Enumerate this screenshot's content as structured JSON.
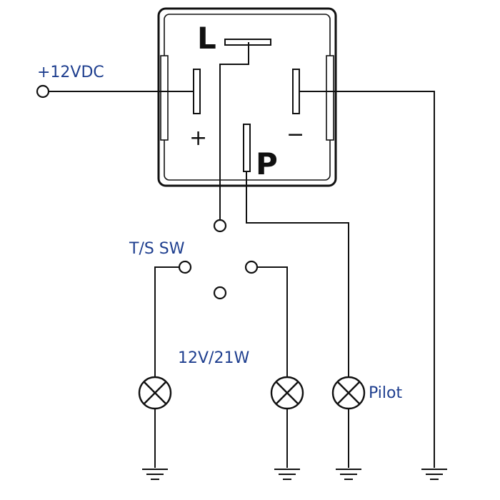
{
  "relay": {
    "pin_l": "L",
    "pin_p": "P",
    "pin_plus": "+",
    "pin_minus": "−"
  },
  "labels": {
    "supply": "+12VDC",
    "switch": "T/S SW",
    "lamp_rating": "12V/21W",
    "pilot": "Pilot"
  },
  "colors": {
    "label_blue": "#1f3f8f",
    "line_black": "#111111"
  }
}
